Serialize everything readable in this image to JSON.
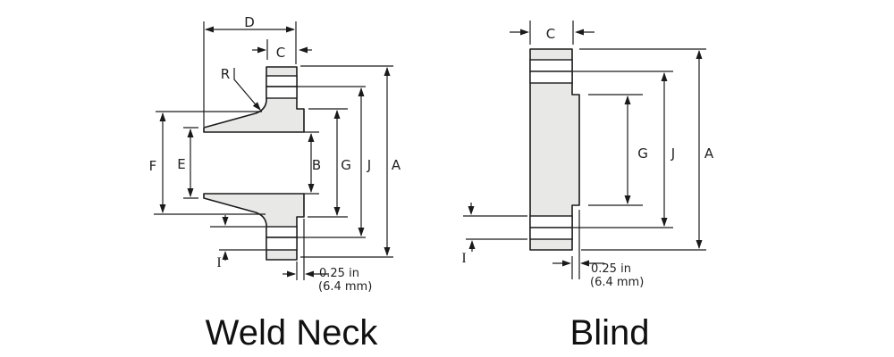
{
  "diagram": {
    "weld_neck": {
      "caption": "Weld Neck",
      "dim_labels": {
        "D": "D",
        "C": "C",
        "R": "R",
        "F": "F",
        "E": "E",
        "B": "B",
        "G": "G",
        "J": "J",
        "A": "A",
        "I": "I"
      },
      "raised_face_thickness": {
        "inches": "0.25 in",
        "mm": "(6.4 mm)"
      }
    },
    "blind": {
      "caption": "Blind",
      "dim_labels": {
        "C": "C",
        "G": "G",
        "J": "J",
        "A": "A",
        "I": "I"
      },
      "raised_face_thickness": {
        "inches": "0.25 in",
        "mm": "(6.4 mm)"
      }
    },
    "colors": {
      "line": "#1a1a1a",
      "metal_fill": "#e8e8e7",
      "background": "#ffffff"
    }
  }
}
